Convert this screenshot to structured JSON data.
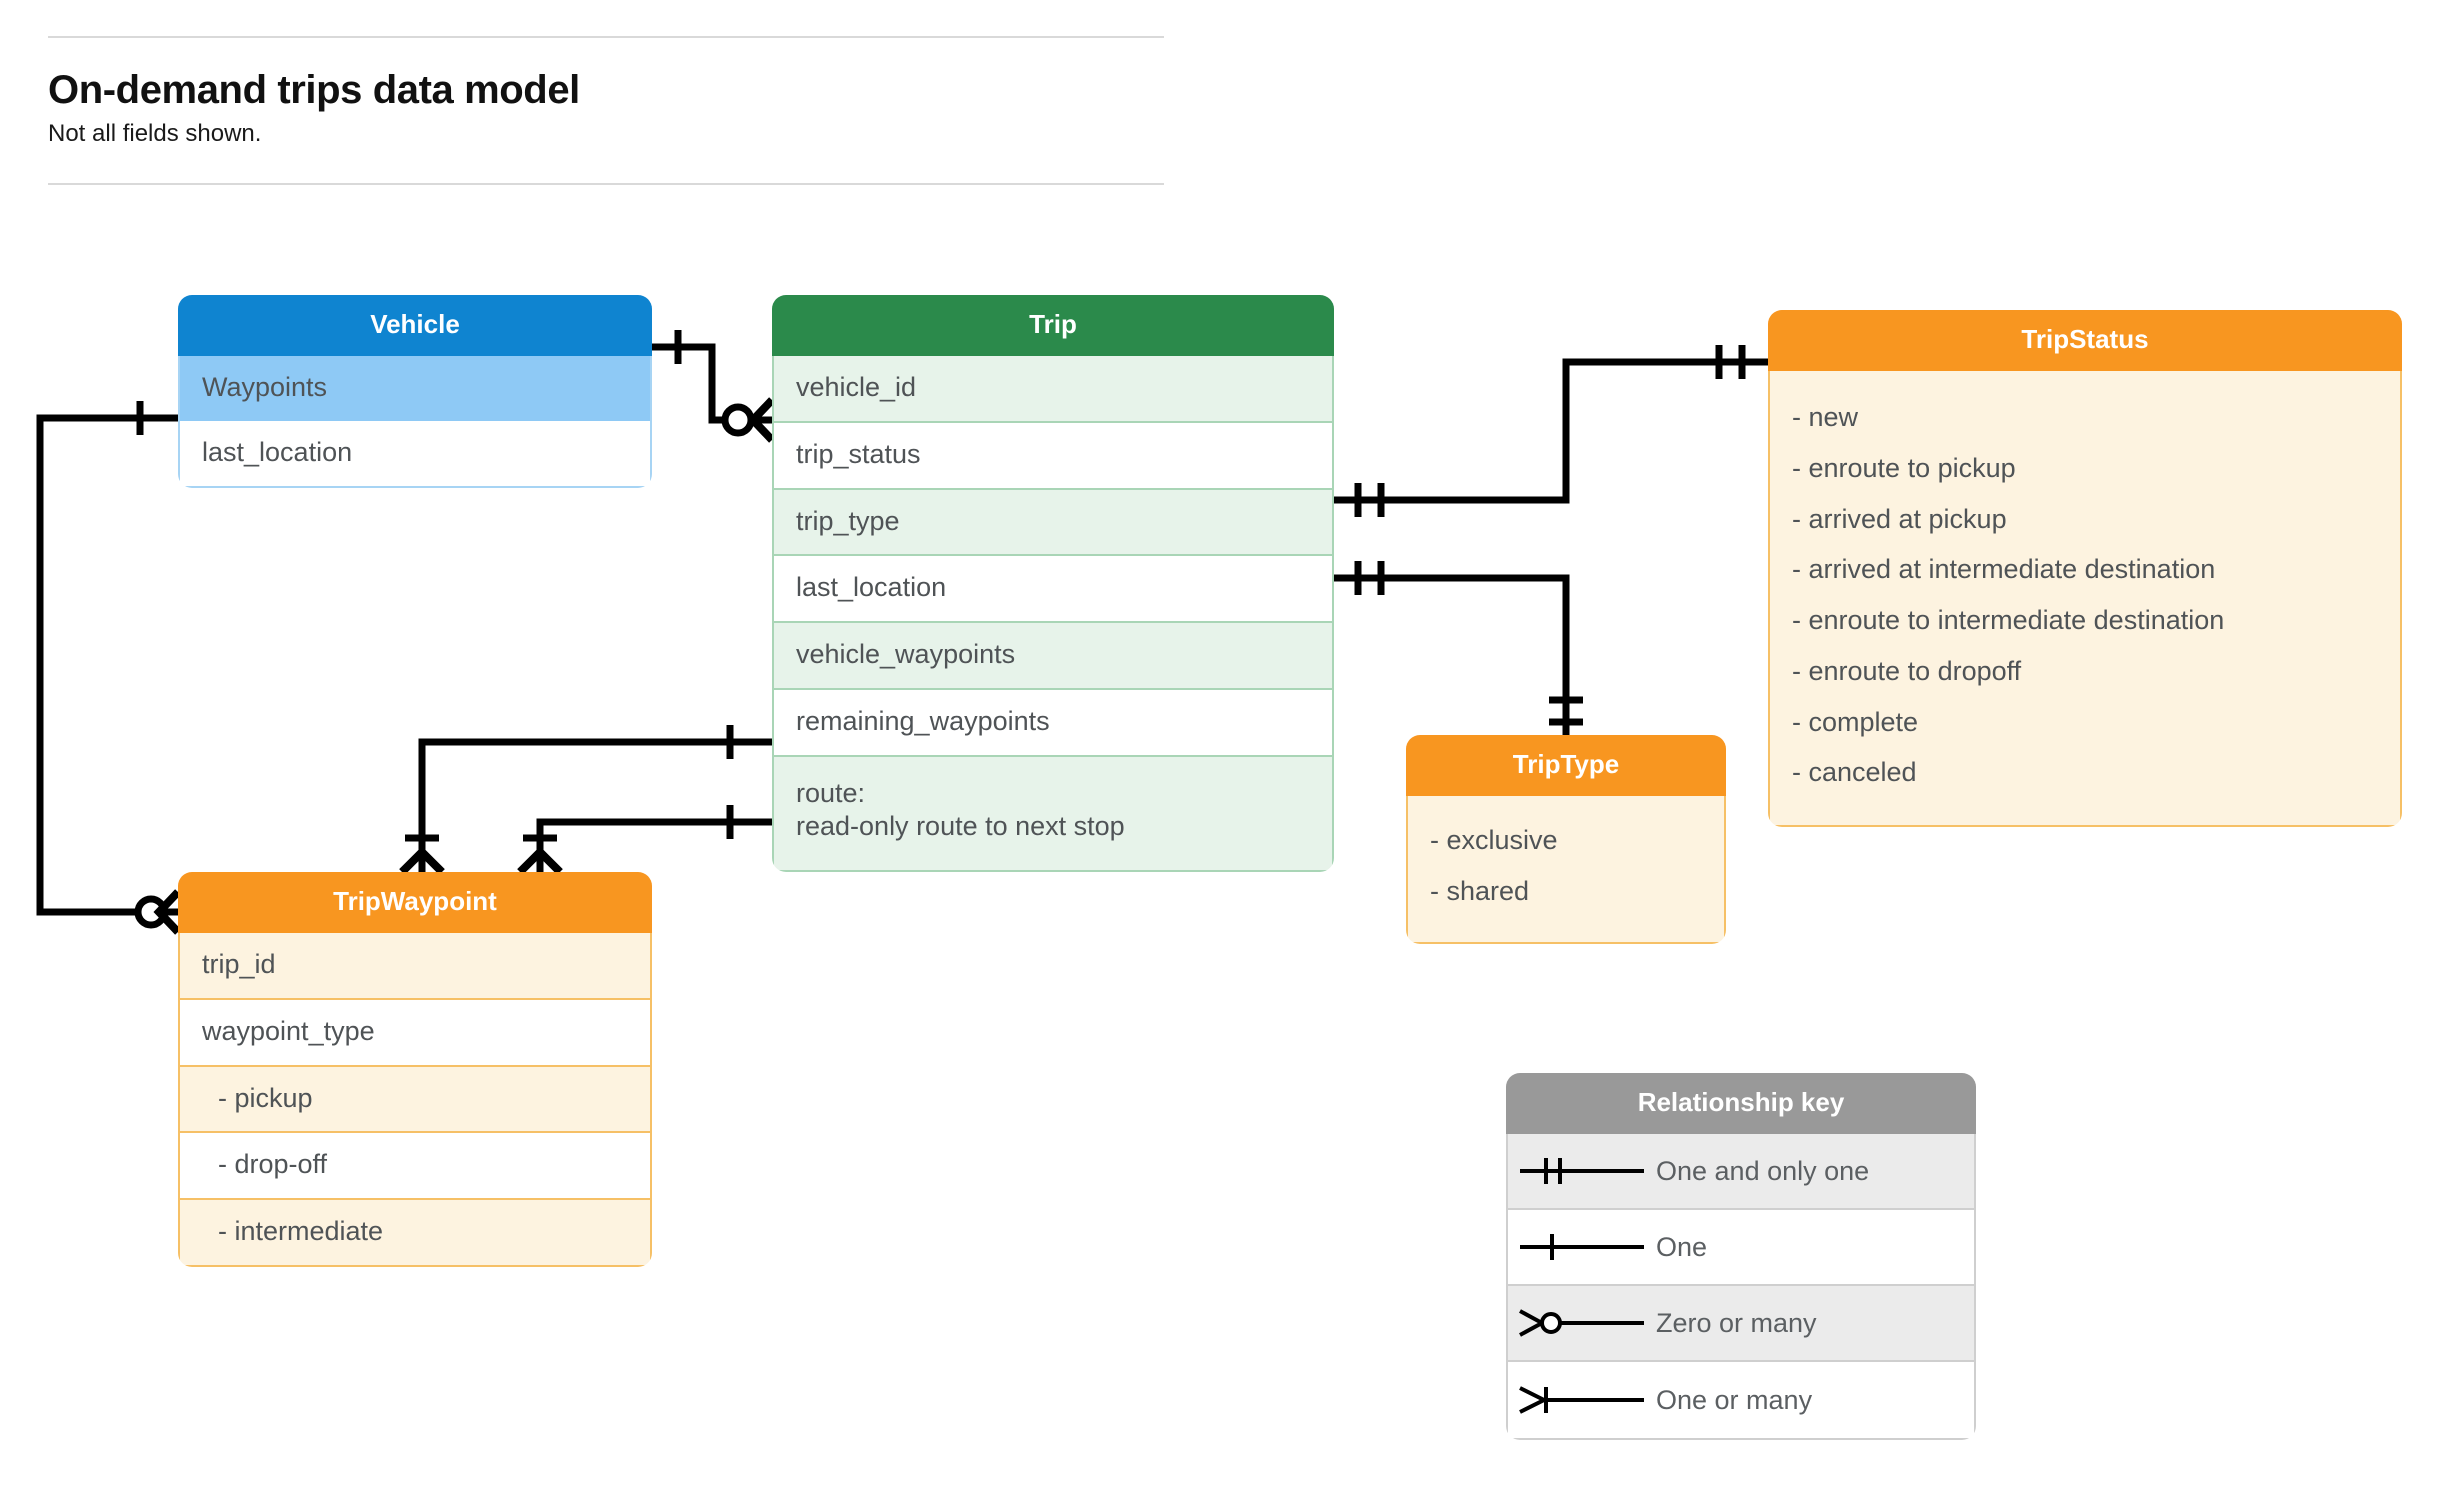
{
  "header": {
    "title": "On-demand trips data model",
    "subtitle": "Not all fields shown."
  },
  "colors": {
    "vehicle_header": "#0f84d0",
    "vehicle_highlight": "#8ec9f5",
    "trip_header": "#2b8a4b",
    "trip_highlight": "#e7f3ea",
    "orange_header": "#f89620",
    "orange_fill": "#fdf3e0",
    "key_header": "#999999",
    "line": "#000000",
    "text": "#4f5356"
  },
  "entities": {
    "vehicle": {
      "title": "Vehicle",
      "rows": [
        {
          "label": "Waypoints",
          "highlight": true
        },
        {
          "label": "last_location",
          "highlight": false
        }
      ]
    },
    "trip": {
      "title": "Trip",
      "rows": [
        {
          "label": "vehicle_id",
          "highlight": true
        },
        {
          "label": "trip_status",
          "highlight": false
        },
        {
          "label": "trip_type",
          "highlight": true
        },
        {
          "label": "last_location",
          "highlight": false
        },
        {
          "label": "vehicle_waypoints",
          "highlight": true
        },
        {
          "label": "remaining_waypoints",
          "highlight": false
        }
      ],
      "route_label": "route:",
      "route_description": "read-only route to next stop"
    },
    "trip_status": {
      "title": "TripStatus",
      "values": [
        "- new",
        "- enroute to pickup",
        "- arrived at pickup",
        "- arrived at intermediate destination",
        "- enroute to intermediate destination",
        "- enroute to dropoff",
        "- complete",
        "- canceled"
      ]
    },
    "trip_type": {
      "title": "TripType",
      "values": [
        "- exclusive",
        "- shared"
      ]
    },
    "trip_waypoint": {
      "title": "TripWaypoint",
      "rows": [
        {
          "label": "trip_id",
          "highlight": true,
          "indent": false
        },
        {
          "label": "waypoint_type",
          "highlight": false,
          "indent": false
        },
        {
          "label": "-  pickup",
          "highlight": true,
          "indent": true
        },
        {
          "label": "-  drop-off",
          "highlight": false,
          "indent": true
        },
        {
          "label": "-  intermediate",
          "highlight": true,
          "indent": true
        }
      ]
    }
  },
  "relationship_key": {
    "title": "Relationship key",
    "rows": [
      {
        "symbol": "one-and-only-one",
        "label": "One and only one"
      },
      {
        "symbol": "one",
        "label": "One"
      },
      {
        "symbol": "zero-or-many",
        "label": "Zero or many"
      },
      {
        "symbol": "one-or-many",
        "label": "One or many"
      }
    ]
  },
  "relationships": [
    {
      "from": "Vehicle",
      "from_cardinality": "one",
      "to": "Trip.vehicle_id",
      "to_cardinality": "zero-or-many"
    },
    {
      "from": "Vehicle.Waypoints",
      "from_cardinality": "one",
      "to": "TripWaypoint",
      "to_cardinality": "zero-or-many"
    },
    {
      "from": "Trip.trip_status",
      "from_cardinality": "one-and-only-one",
      "to": "TripStatus",
      "to_cardinality": "one-and-only-one"
    },
    {
      "from": "Trip.trip_type",
      "from_cardinality": "one-and-only-one",
      "to": "TripType",
      "to_cardinality": "one-and-only-one"
    },
    {
      "from": "Trip.vehicle_waypoints",
      "from_cardinality": "one",
      "to": "TripWaypoint",
      "to_cardinality": "one-or-many"
    },
    {
      "from": "Trip.remaining_waypoints",
      "from_cardinality": "one",
      "to": "TripWaypoint",
      "to_cardinality": "one-or-many"
    }
  ]
}
